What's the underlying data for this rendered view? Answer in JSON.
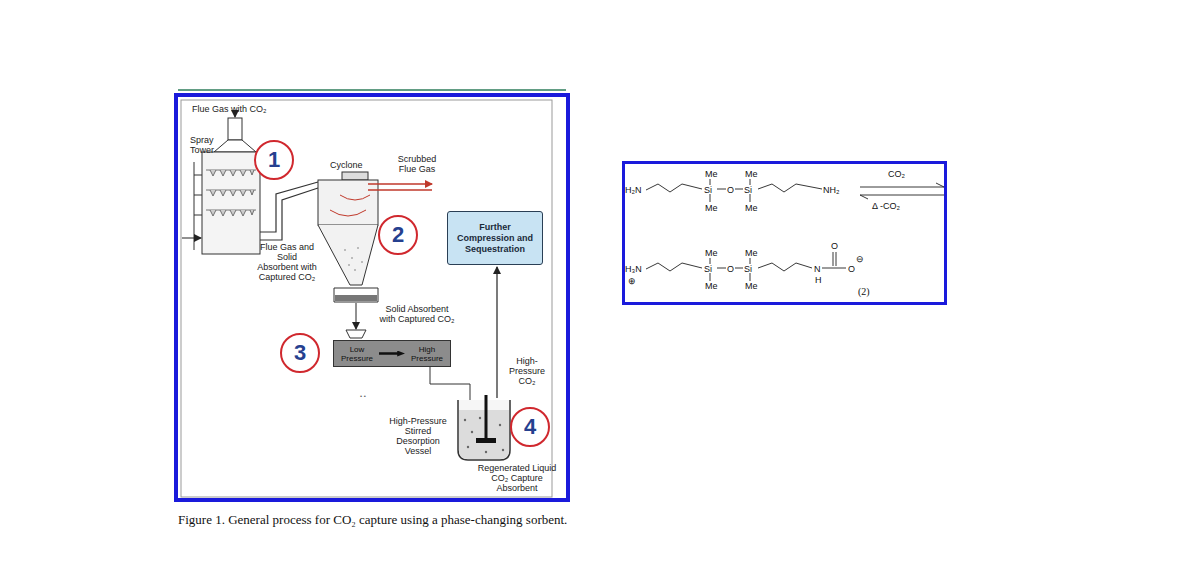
{
  "diagram": {
    "caption": "Figure 1. General process for CO₂ capture using a phase-changing sorbent.",
    "nodes": [
      {
        "text": [
          "1"
        ]
      },
      {
        "text": [
          "2"
        ]
      },
      {
        "text": [
          "Further Compression and Sequestration"
        ]
      },
      {
        "text": [
          "3"
        ]
      },
      {
        "text": [
          "Low Pressure",
          "High Pressure"
        ]
      },
      {
        "text": [
          "4"
        ]
      },
      {
        "text": [
          "H₂N",
          "Me",
          "Me",
          "Si",
          "O",
          "Si",
          "NH₂",
          "Me",
          "Me",
          "CO₂",
          "Δ -CO₂",
          "H₃N",
          "⊕",
          "Me",
          "Me",
          "Si",
          "O",
          "Si",
          "N",
          "H",
          "Me",
          "Me",
          "O",
          "O",
          "⊖",
          "(2)"
        ]
      }
    ],
    "labels": [
      "Flue Gas with CO₂",
      "Spray Tower",
      "Cyclone",
      "Scrubbed Flue Gas",
      "Flue Gas and Solid Absorbent with Captured CO₂",
      "Solid Absorbent with Captured CO₂",
      "High-Pressure CO₂",
      "High-Pressure Stirred Desorption Vessel",
      "Regenerated Liquid CO₂ Capture Absorbent"
    ]
  }
}
